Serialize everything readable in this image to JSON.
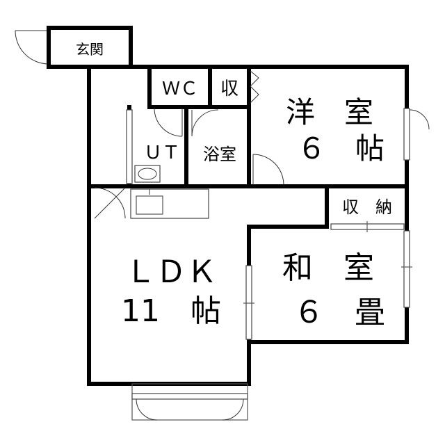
{
  "rooms": {
    "entrance": "玄関",
    "wc": "ＷＣ",
    "storage_small": "収",
    "western_line1": "洋　室",
    "western_line2": "６　帖",
    "ut": "ＵＴ",
    "bath": "浴室",
    "storage": "収　納",
    "ldk_line1": "ＬＤＫ",
    "ldk_line2": "11　帖",
    "japanese_line1": "和　室",
    "japanese_line2": "６　畳"
  }
}
